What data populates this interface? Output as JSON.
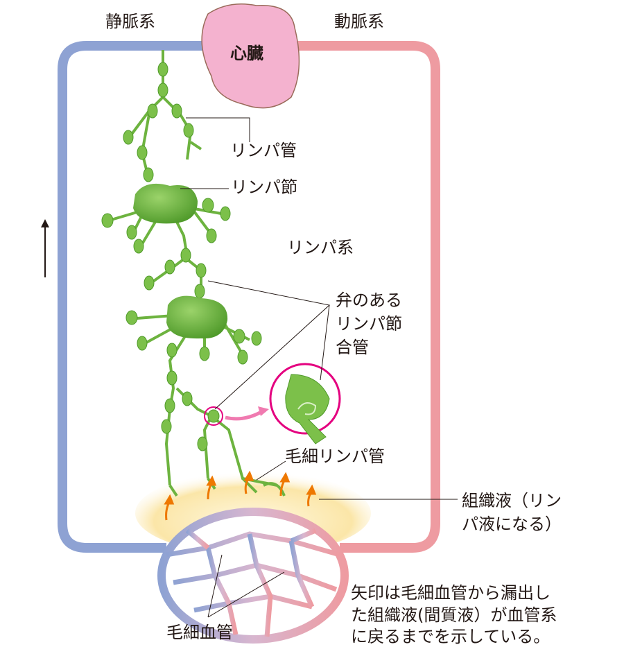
{
  "labels": {
    "vein_system": "静脈系",
    "artery_system": "動脈系",
    "heart": "心臓",
    "lymph_vessel": "リンパ管",
    "lymph_node": "リンパ節",
    "lymph_system": "リンパ系",
    "valve_line1": "弁のある",
    "valve_line2": "リンパ節",
    "valve_line3": "合管",
    "lymph_capillary": "毛細リンパ管",
    "tissue_fluid_line1": "組織液（リン",
    "tissue_fluid_line2": "パ液になる）",
    "blood_capillary": "毛細血管",
    "note_line1": "矢印は毛細血管から漏出し",
    "note_line2": "た組織液(間質液）が血管系",
    "note_line3": "に戻るまでを示している。"
  },
  "colors": {
    "vein": "#8ea2d3",
    "artery": "#ee9ba1",
    "heart": "#f4b2cf",
    "lymph": "#6db33f",
    "highlight": "#e4007f",
    "fluid": "#fbe6a8",
    "flow_arrow": "#ee7800"
  }
}
